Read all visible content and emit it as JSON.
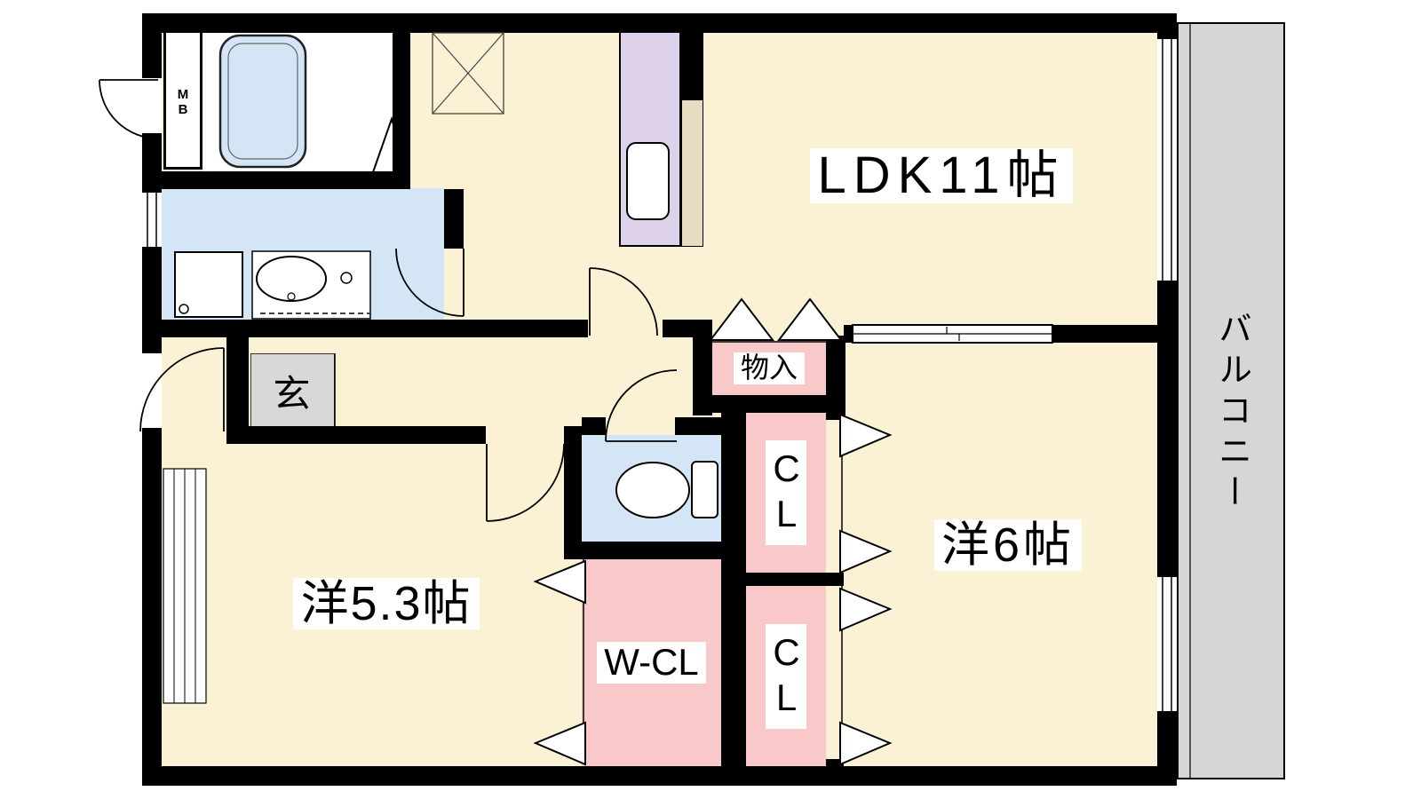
{
  "plan": {
    "labels": {
      "ldk": "LDK11帖",
      "balcony": "バルコニー",
      "entrance": "玄",
      "storage": "物入",
      "closet_upper": "CL",
      "closet_lower": "CL",
      "walk_in_closet": "W-CL",
      "western_room_5_3": "洋5.3帖",
      "western_room_6": "洋6帖",
      "meter_box": "MB"
    },
    "colors": {
      "floor": "#FBF2D6",
      "closet": "#F9C8C8",
      "wet-area": "#D4E5F5",
      "kitchen-counter": "#DED2EB",
      "counter-side": "#E7DCC2",
      "entrance-floor": "#D8D8D8",
      "balcony": "#D6D6D6",
      "wall": "#000000"
    }
  }
}
